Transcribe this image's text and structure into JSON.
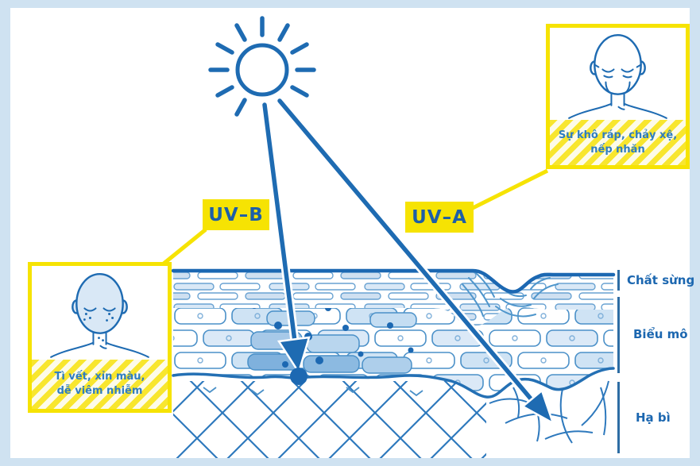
{
  "scene": {
    "sun": {
      "icon": "sun-icon"
    },
    "rays": {
      "uvb": {
        "label": "UV–B"
      },
      "uva": {
        "label": "UV–A"
      }
    },
    "skin_layers": [
      {
        "label": "Chất sừng"
      },
      {
        "label": "Biểu mô"
      },
      {
        "label": "Hạ bì"
      }
    ],
    "callouts": {
      "uva_effects": {
        "icon": "face-wrinkles-icon",
        "line1": "Sự khô ráp, chảy xệ,",
        "line2": "nếp nhăn"
      },
      "uvb_effects": {
        "icon": "face-blemishes-icon",
        "line1": "Tì vết, xỉn màu,",
        "line2": "dễ viêm nhiễm"
      }
    },
    "colors": {
      "primary_blue": "#1e6bb2",
      "accent_yellow": "#f6e303",
      "background_blue": "#cfe2f1",
      "caption_blue": "#2f7dc1",
      "cell_light_blue": "#cfe3f4"
    }
  }
}
